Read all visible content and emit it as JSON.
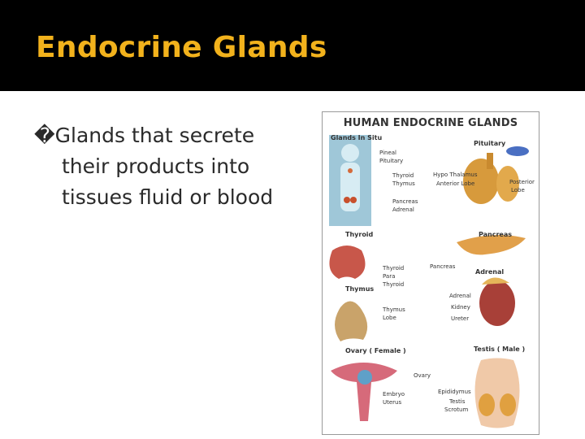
{
  "slide": {
    "title": "Endocrine Glands",
    "bullet_marker": "�",
    "bullet_line1": "Glands that secrete",
    "bullet_line2": "their products into",
    "bullet_line3": "tissues fluid or blood"
  },
  "poster": {
    "title": "HUMAN ENDOCRINE GLANDS",
    "sections": {
      "in_situ": "Glands In Situ",
      "pituitary": "Pituitary",
      "thyroid": "Thyroid",
      "pancreas": "Pancreas",
      "adrenal": "Adrenal",
      "thymus": "Thymus",
      "ovary": "Ovary ( Female )",
      "testis": "Testis ( Male )"
    },
    "labels": {
      "pineal": "Pineal",
      "pituitary_small": "Pituitary",
      "thyroid_small": "Thyroid",
      "thymus_small": "Thymus",
      "pancreas_small": "Pancreas",
      "adrenal_small": "Adrenal",
      "hypo_thalamus": "Hypo Thalamus",
      "anterior_lobe": "Anterior Lobe",
      "posterior_lobe": "Posterior",
      "lobe": "Lobe",
      "thyroid_detail": "Thyroid",
      "para": "Para",
      "thyroid_detail2": "Thyroid",
      "pancreas_detail": "Pancreas",
      "thymus_detail": "Thymus",
      "thymus_lobe": "Lobe",
      "adrenal_detail": "Adrenal",
      "kidney": "Kidney",
      "ureter": "Ureter",
      "ovary_detail": "Ovary",
      "embryo": "Embryo",
      "uterus": "Uterus",
      "epididymus": "Epididymus",
      "testis_detail": "Testis",
      "scrotum": "Scrotum"
    }
  }
}
